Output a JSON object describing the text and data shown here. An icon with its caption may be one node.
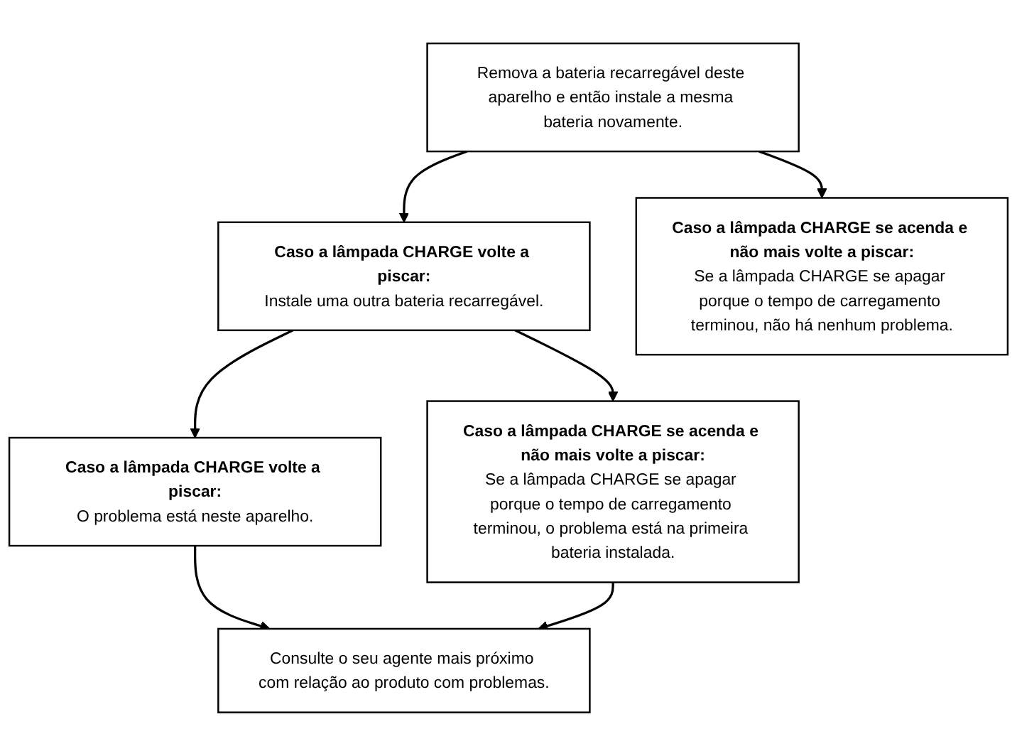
{
  "diagram": {
    "nodes": [
      {
        "text": [
          "Remova a bateria recarregável deste aparelho e então instale a mesma bateria novamente."
        ]
      },
      {
        "text": [
          "Caso a lâmpada CHARGE volte a piscar:",
          "Instale uma outra bateria recarregável."
        ]
      },
      {
        "text": [
          "Caso a lâmpada CHARGE se acenda e não mais volte a piscar:",
          "Se a lâmpada CHARGE se apagar porque o tempo de carregamento terminou, não há nenhum problema."
        ]
      },
      {
        "text": [
          "Caso a lâmpada CHARGE volte a piscar:",
          "O problema está neste aparelho."
        ]
      },
      {
        "text": [
          "Caso a lâmpada CHARGE se acenda e não mais volte a piscar:",
          "Se a lâmpada CHARGE se apagar porque o tempo de carregamento terminou, o problema está na primeira bateria instalada."
        ]
      },
      {
        "text": [
          "Consulte o seu agente mais próximo com relação ao produto com problemas."
        ]
      }
    ],
    "edges": [
      {
        "from": 0,
        "to": 1,
        "arrow": "to"
      },
      {
        "from": 0,
        "to": 2,
        "arrow": "to"
      },
      {
        "from": 1,
        "to": 3,
        "arrow": "to"
      },
      {
        "from": 1,
        "to": 4,
        "arrow": "to"
      },
      {
        "from": 3,
        "to": 5,
        "arrow": "to"
      },
      {
        "from": 4,
        "to": 5,
        "arrow": "to"
      }
    ]
  }
}
